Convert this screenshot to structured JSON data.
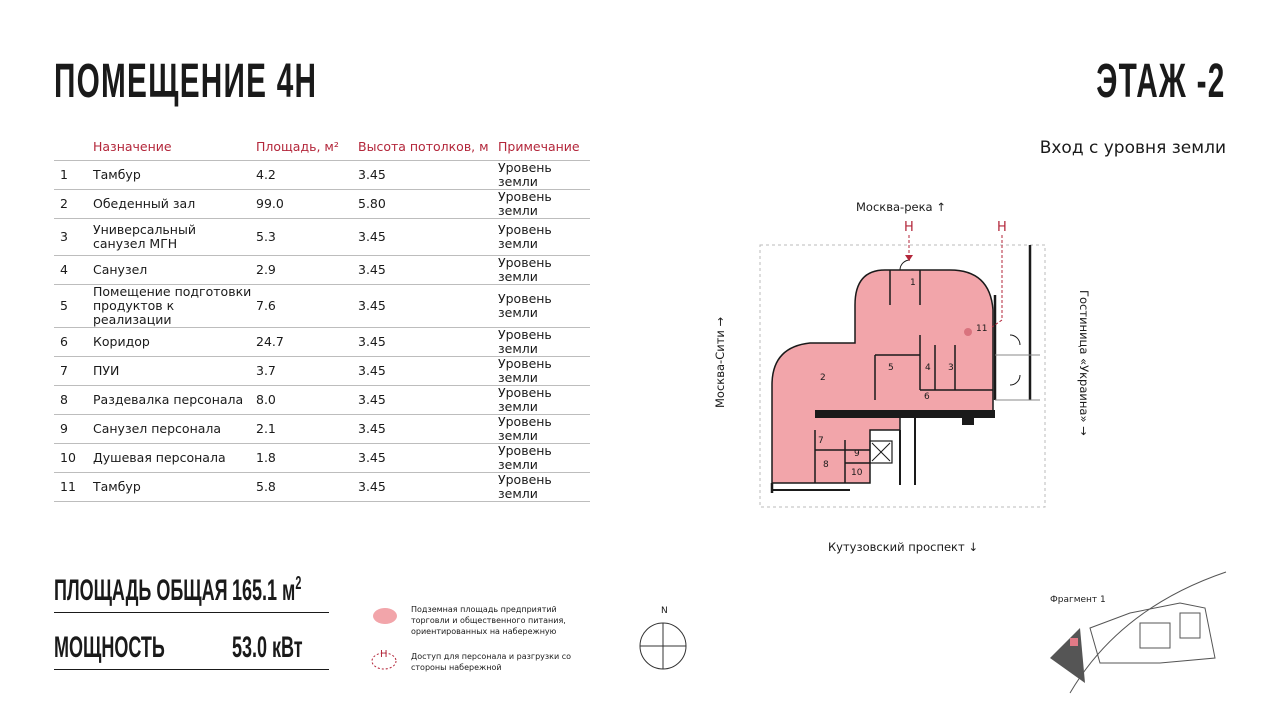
{
  "header": {
    "title": "ПОМЕЩЕНИЕ 4Н",
    "floor": "ЭТАЖ -2",
    "entry": "Вход с уровня земли"
  },
  "table": {
    "headers": [
      "",
      "Назначение",
      "Площадь, м²",
      "Высота потолков, м",
      "Примечание"
    ],
    "rows": [
      {
        "num": "1",
        "name": "Тамбур",
        "area": "4.2",
        "height": "3.45",
        "note": "Уровень земли"
      },
      {
        "num": "2",
        "name": "Обеденный зал",
        "area": "99.0",
        "height": "5.80",
        "note": "Уровень земли"
      },
      {
        "num": "3",
        "name": "Универсальный санузел МГН",
        "area": "5.3",
        "height": "3.45",
        "note": "Уровень земли"
      },
      {
        "num": "4",
        "name": "Санузел",
        "area": "2.9",
        "height": "3.45",
        "note": "Уровень земли"
      },
      {
        "num": "5",
        "name": "Помещение подготовки продуктов к реализации",
        "area": "7.6",
        "height": "3.45",
        "note": "Уровень земли"
      },
      {
        "num": "6",
        "name": "Коридор",
        "area": "24.7",
        "height": "3.45",
        "note": "Уровень земли"
      },
      {
        "num": "7",
        "name": "ПУИ",
        "area": "3.7",
        "height": "3.45",
        "note": "Уровень земли"
      },
      {
        "num": "8",
        "name": "Раздевалка персонала",
        "area": "8.0",
        "height": "3.45",
        "note": "Уровень земли"
      },
      {
        "num": "9",
        "name": "Санузел персонала",
        "area": "2.1",
        "height": "3.45",
        "note": "Уровень земли"
      },
      {
        "num": "10",
        "name": "Душевая персонала",
        "area": "1.8",
        "height": "3.45",
        "note": "Уровень земли"
      },
      {
        "num": "11",
        "name": "Тамбур",
        "area": "5.8",
        "height": "3.45",
        "note": "Уровень земли"
      }
    ]
  },
  "summary": {
    "area_label": "ПЛОЩАДЬ ОБЩАЯ",
    "area_value": "165.1 м",
    "area_unit_sup": "2",
    "power_label": "МОЩНОСТЬ",
    "power_value": "53.0 кВт"
  },
  "legend": {
    "pink_text": "Подземная площадь предприятий торговли и общественного питания, ориентированных на набережную",
    "service_mark": "Н",
    "service_text": "Доступ для персонала и разгрузки со стороны набережной"
  },
  "plan": {
    "north_street": "Москва-река",
    "south_street": "Кутузовский проспект",
    "west_street": "Москва-Сити",
    "east_street": "Гостиница «Украина»",
    "service_mark": "Н",
    "room_numbers": [
      "1",
      "2",
      "3",
      "4",
      "5",
      "6",
      "7",
      "8",
      "9",
      "10",
      "11"
    ],
    "compass_label": "N",
    "fragment_label": "Фрагмент 1"
  },
  "colors": {
    "accent": "#b3263a",
    "room_fill": "#f2a5aa"
  }
}
